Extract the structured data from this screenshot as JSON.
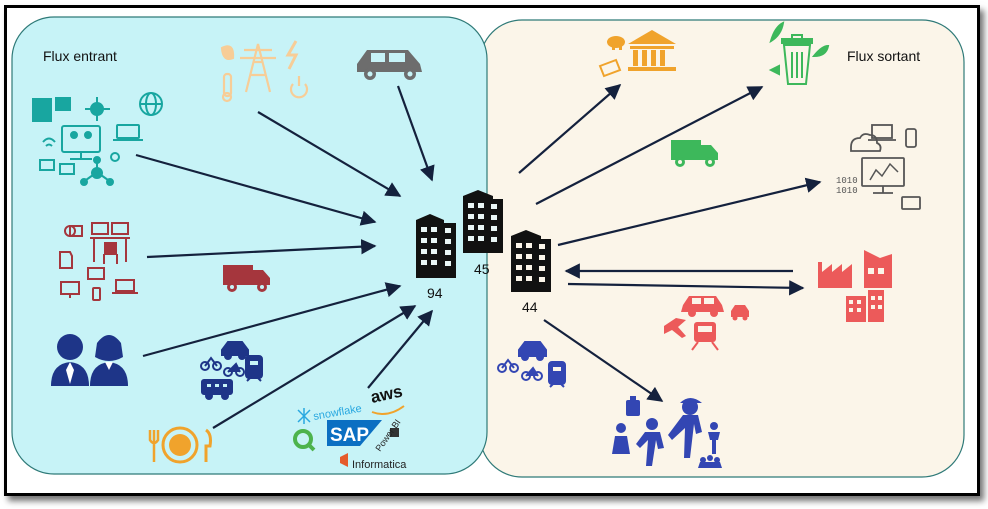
{
  "labels": {
    "incoming": "Flux entrant",
    "outgoing": "Flux sortant"
  },
  "buildings": [
    "94",
    "45",
    "44"
  ],
  "logos": {
    "snowflake": "snowflake",
    "aws": "aws",
    "sap": "SAP",
    "powerbi": "Power BI",
    "informatica": "Informatica"
  },
  "colors": {
    "incoming_panel": "#c7f3f7",
    "outgoing_panel": "#fbf5e9",
    "panel_border": "#2f7a78",
    "teal_icons": "#18a6a0",
    "peach_icons": "#f7cd97",
    "gray_icons": "#6d6d6d",
    "red_icons": "#a5363d",
    "navy_icons": "#1e3588",
    "blue_icons": "#3346b3",
    "orange_icons": "#f0a32c",
    "green_icons": "#3db85b",
    "coral_icons": "#ec5a5a",
    "building": "#111111"
  },
  "icons": [
    "it-network-icon-cluster",
    "energy-icon-cluster",
    "car-icon",
    "office-desk-icon-cluster",
    "delivery-truck-icon",
    "business-people-icon",
    "transport-icon-cluster",
    "meal-plate-icon",
    "software-logo-cluster",
    "bank-money-icon",
    "recycling-bin-icon",
    "green-truck-icon",
    "computer-data-icon-cluster",
    "factory-icon",
    "travel-icon-cluster",
    "mobility-icon-cluster",
    "people-activity-icon-cluster"
  ]
}
